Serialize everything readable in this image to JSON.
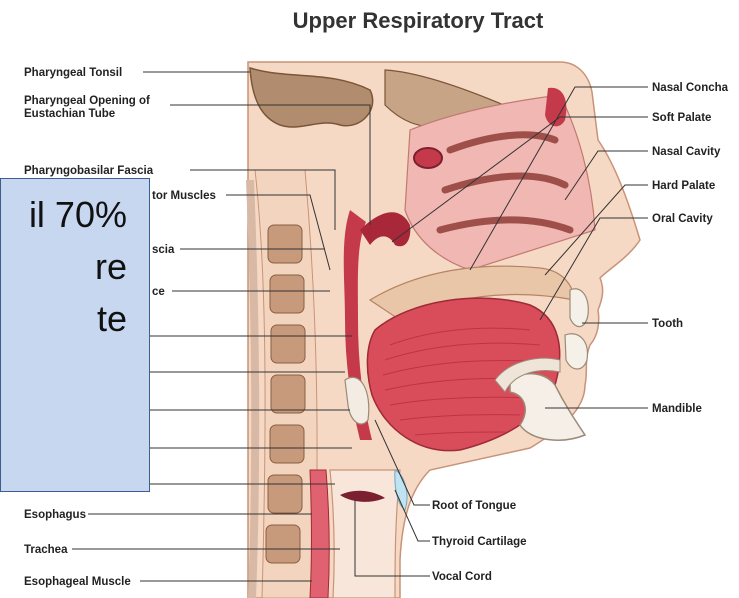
{
  "title": "Upper Respiratory Tract",
  "labels_left": [
    {
      "id": "pharyngeal-tonsil",
      "text": "Pharyngeal Tonsil"
    },
    {
      "id": "pharyngeal-opening-1",
      "text": "Pharyngeal Opening of"
    },
    {
      "id": "pharyngeal-opening-2",
      "text": "Eustachian Tube"
    },
    {
      "id": "pharyngobasilar-fascia",
      "text": "Pharyngobasilar Fascia"
    },
    {
      "id": "constrictor-muscles-partial",
      "text": "tor Muscles"
    },
    {
      "id": "fascia-partial",
      "text": "scia"
    },
    {
      "id": "space-partial",
      "text": "ce"
    },
    {
      "id": "esophagus",
      "text": "Esophagus"
    },
    {
      "id": "trachea",
      "text": "Trachea"
    },
    {
      "id": "esophageal-muscle",
      "text": "Esophageal Muscle"
    }
  ],
  "labels_right": [
    {
      "id": "nasal-concha",
      "text": "Nasal Concha"
    },
    {
      "id": "soft-palate",
      "text": "Soft Palate"
    },
    {
      "id": "nasal-cavity",
      "text": "Nasal Cavity"
    },
    {
      "id": "hard-palate",
      "text": "Hard Palate"
    },
    {
      "id": "oral-cavity",
      "text": "Oral Cavity"
    },
    {
      "id": "tooth",
      "text": "Tooth"
    },
    {
      "id": "mandible",
      "text": "Mandible"
    }
  ],
  "labels_bottom": [
    {
      "id": "root-of-tongue",
      "text": "Root of Tongue"
    },
    {
      "id": "thyroid-cartilage",
      "text": "Thyroid Cartilage"
    },
    {
      "id": "vocal-cord",
      "text": "Vocal Cord"
    }
  ],
  "overlay": {
    "lines": [
      "il 70%",
      "re",
      "te"
    ]
  }
}
